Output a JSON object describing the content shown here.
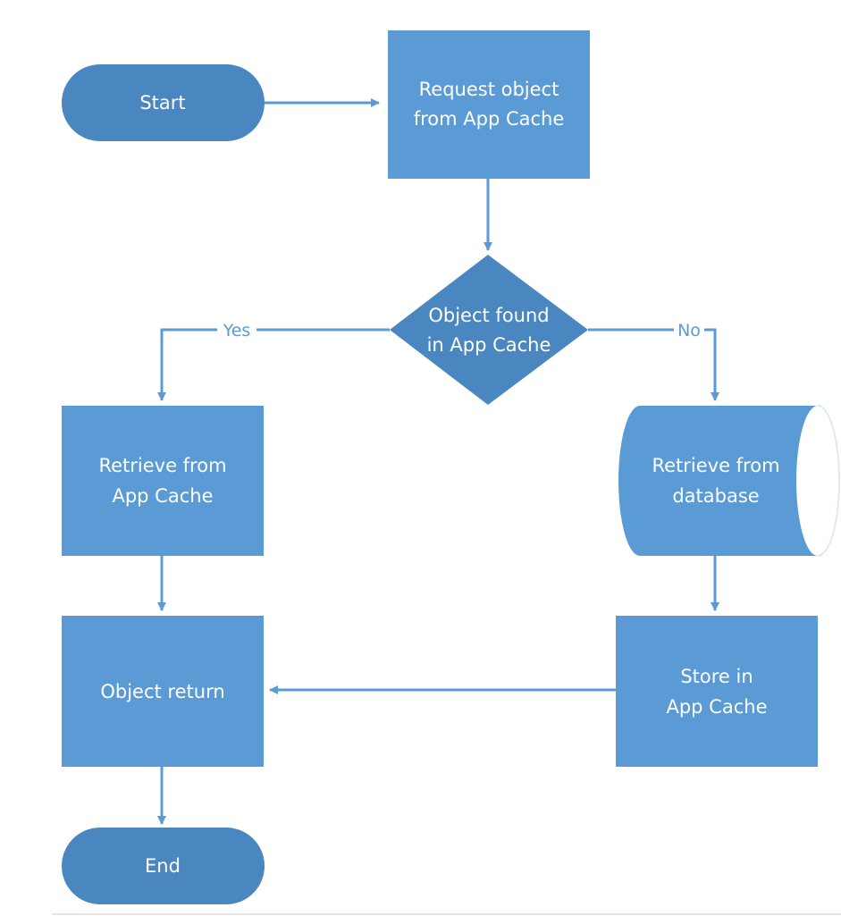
{
  "colors": {
    "terminator_fill": "#4a86c0",
    "process_fill": "#5b9bd5",
    "decision_fill": "#4a86c0",
    "connector": "#5b9bd5",
    "label_text": "#ffffff"
  },
  "nodes": {
    "start": {
      "label": "Start"
    },
    "request": {
      "line1": "Request object",
      "line2": "from App Cache"
    },
    "decision": {
      "line1": "Object found",
      "line2": "in App Cache"
    },
    "retrieve_cache": {
      "line1": "Retrieve from",
      "line2": "App Cache"
    },
    "retrieve_db": {
      "line1": "Retrieve from",
      "line2": "database"
    },
    "object_return": {
      "label": "Object return"
    },
    "store": {
      "line1": "Store in",
      "line2": "App Cache"
    },
    "end": {
      "label": "End"
    }
  },
  "edges": {
    "yes_label": "Yes",
    "no_label": "No"
  }
}
